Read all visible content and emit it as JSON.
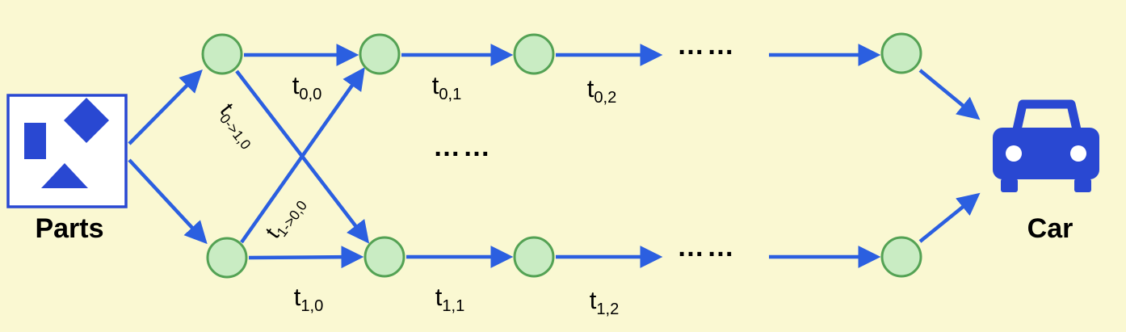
{
  "colors": {
    "bg": "#faf8d2",
    "arrow": "#2b5fe0",
    "shape": "#2948d2",
    "node-fill": "#c9ecc3",
    "node-stroke": "#54a254"
  },
  "parts_label": "Parts",
  "car_label": "Car",
  "edge_labels": {
    "top": [
      {
        "base": "t",
        "sub": "0,0"
      },
      {
        "base": "t",
        "sub": "0,1"
      },
      {
        "base": "t",
        "sub": "0,2"
      }
    ],
    "bottom": [
      {
        "base": "t",
        "sub": "1,0"
      },
      {
        "base": "t",
        "sub": "1,1"
      },
      {
        "base": "t",
        "sub": "1,2"
      }
    ],
    "cross_down": {
      "base": "t",
      "sub": "0->1,0"
    },
    "cross_up": {
      "base": "t",
      "sub": "1->0,0"
    }
  },
  "ellipsis": {
    "top": "……",
    "middle": "……",
    "bottom": "……"
  }
}
